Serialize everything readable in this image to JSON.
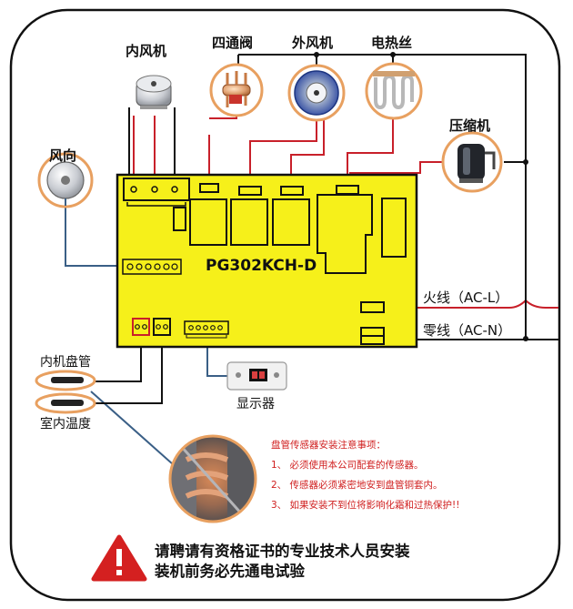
{
  "components": {
    "indoor_fan": "内风机",
    "four_way_valve": "四通阀",
    "outdoor_fan": "外风机",
    "electric_heater": "电热丝",
    "compressor": "压缩机",
    "louver_motor": "风向"
  },
  "board": {
    "model": "PG302KCH-D",
    "color": "#f6f01a"
  },
  "terminals": {
    "live": "火线（AC-L）",
    "neutral": "零线（AC-N）"
  },
  "sensors": {
    "coil": "内机盘管",
    "room_temp": "室内温度"
  },
  "display": {
    "label": "显示器"
  },
  "notes": {
    "title": "盘管传感器安装注意事项：",
    "items": [
      "1、 必须使用本公司配套的传感器。",
      "2、 传感器必须紧密地安到盘管铜套内。",
      "3、 如果安装不到位将影响化霜和过热保护!!"
    ]
  },
  "warning": {
    "line1": "请聘请有资格证书的专业技术人员安装",
    "line2": "装机前务必先通电试验"
  },
  "colors": {
    "wire_red": "#c8202a",
    "wire_blue": "#3a5f86",
    "wire_black": "#111111",
    "sensor_ring": "#e8a060",
    "warning_red": "#d42020"
  }
}
